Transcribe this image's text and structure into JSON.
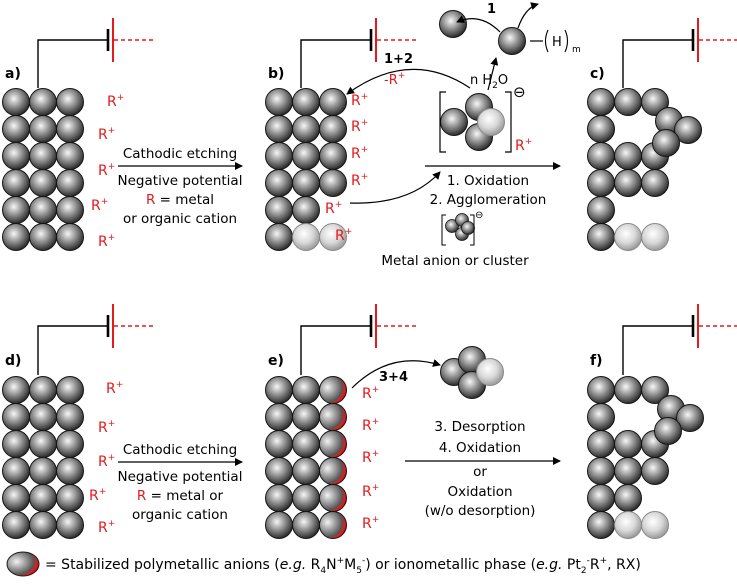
{
  "panels": {
    "a": "a)",
    "b": "b)",
    "c": "c)",
    "d": "d)",
    "e": "e)",
    "f": "f)"
  },
  "cation": "R",
  "cation_sup": "+",
  "left_arrow_top": {
    "line1": "Cathodic etching",
    "line2": "Negative potential",
    "line3_red": "R",
    "line3_rest": " = metal",
    "line4": "or organic cation"
  },
  "left_arrow_bottom": {
    "line1": "Cathodic etching",
    "line2": "Negative potential",
    "line3_red": "R",
    "line3_rest": " = metal or",
    "line4": "organic cation"
  },
  "top_middle": {
    "step_label": "1+2",
    "minus_r": "-R",
    "water_n": "n H",
    "water_sub": "2",
    "water_o": "O",
    "step1": "1",
    "h_group": "H",
    "h_sub": "m",
    "ox_step1": "1. Oxidation",
    "ox_step2": "2. Agglomeration",
    "anion_label": "Metal anion or cluster",
    "charge": "⊖"
  },
  "bottom_middle": {
    "step_label": "3+4",
    "line1": "3. Desorption",
    "line2": "4. Oxidation",
    "line3": "or",
    "line4": "Oxidation",
    "line5": "(w/o desorption)"
  },
  "legend": {
    "prefix": "= Stabilized polymetallic anions (",
    "eg1": "e.g.",
    "formula1": " R",
    "sub1": "4",
    "f1b": "N",
    "sup1": "+",
    "f1c": "M",
    "sub2": "5",
    "sup2": "-",
    "mid": ") or ionometallic phase (",
    "eg2": "e.g.",
    "formula2": " Pt",
    "sub3": "2",
    "sup3": "-",
    "f2b": "R",
    "sup4": "+",
    "tail": ", RX)"
  },
  "colors": {
    "sphere_dark": "#2a2a2a",
    "sphere_light": "#f4f4f4",
    "red": "#e41a1c",
    "faded": "#bdbdbd"
  }
}
